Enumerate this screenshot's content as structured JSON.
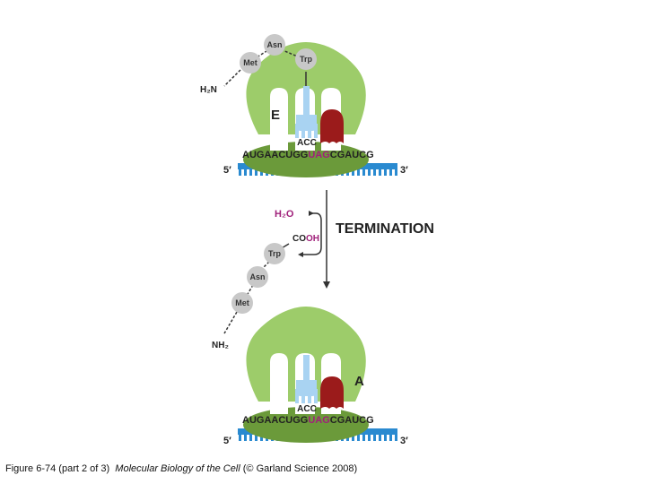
{
  "colors": {
    "ribosome_large": "#9dcc6a",
    "ribosome_small": "#6b9a3a",
    "mrna": "#2a8ad0",
    "trna": "#a9d3f2",
    "release_factor": "#9b1b1b",
    "stop_codon": "#a0207a",
    "amino_acid": "#c8c8c8",
    "text": "#222222"
  },
  "top_panel": {
    "amino_acids": [
      "Asn",
      "Met",
      "Trp"
    ],
    "n_terminus": "H₂N",
    "site_label": "E",
    "anticodon": "ACC",
    "mrna_seq_before": "AUGAACUGG",
    "mrna_stop": "UAG",
    "mrna_seq_after": "CGAUCG",
    "five_prime": "5′",
    "three_prime": "3′"
  },
  "middle": {
    "water": "H₂O",
    "carboxyl_c": "CO",
    "carboxyl_oh": "OH",
    "step_label": "TERMINATION",
    "amino_acids": [
      "Trp",
      "Asn",
      "Met"
    ],
    "n_terminus": "NH₂"
  },
  "bottom_panel": {
    "site_label": "A",
    "anticodon": "ACC",
    "mrna_seq_before": "AUGAACUGG",
    "mrna_stop": "UAG",
    "mrna_seq_after": "CGAUCG",
    "five_prime": "5′",
    "three_prime": "3′"
  },
  "caption": {
    "prefix": "Figure 6-74 (part 2 of 3)",
    "book": "Molecular Biology of the Cell",
    "suffix": "(© Garland Science 2008)"
  }
}
